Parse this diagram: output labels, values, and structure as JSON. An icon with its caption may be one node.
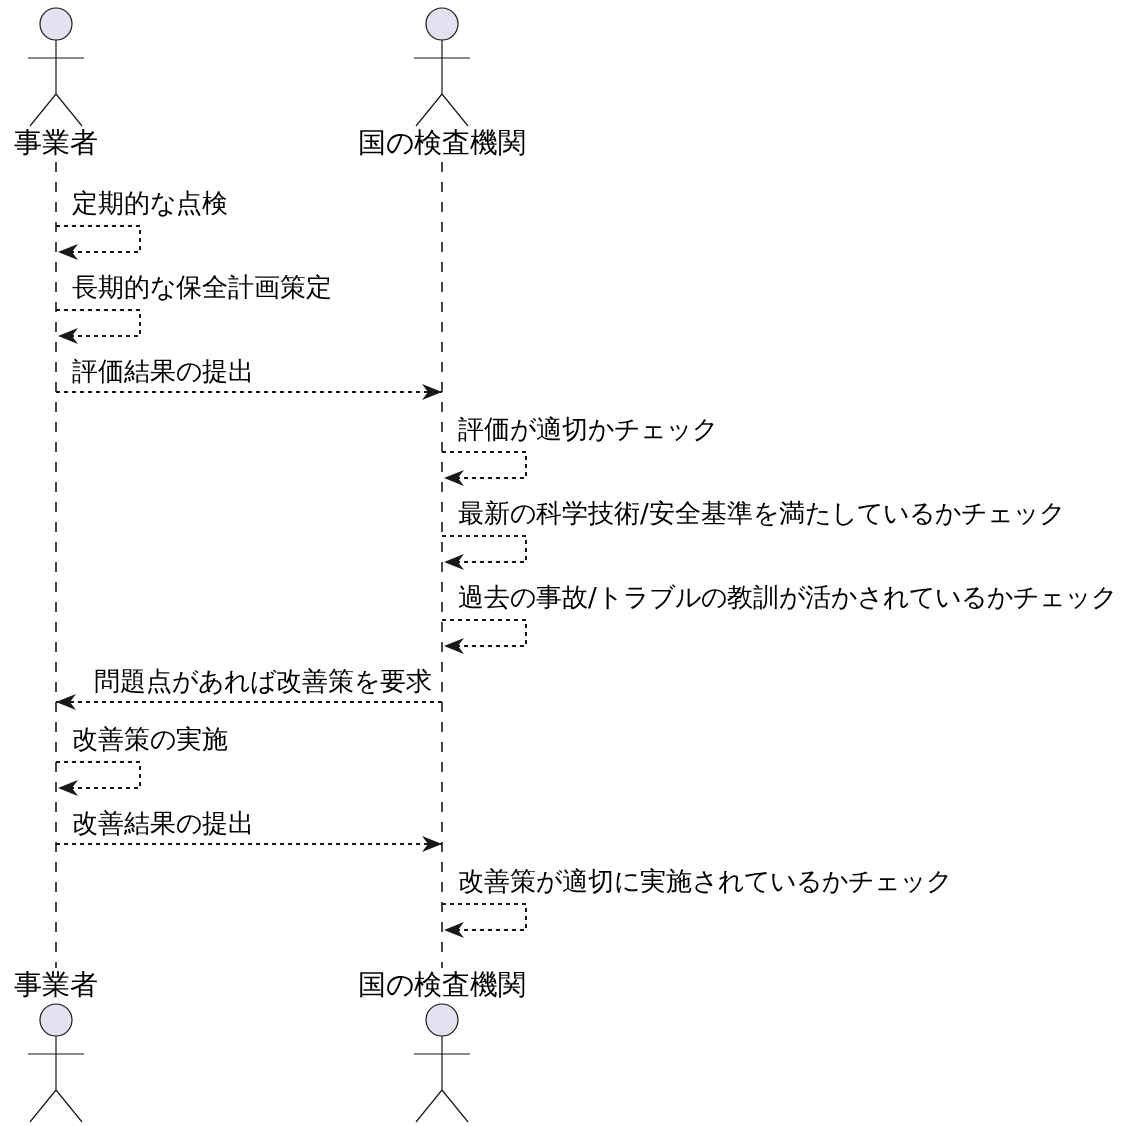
{
  "diagram": {
    "nodes": [
      {
        "text": [
          "事業者",
          "事業者"
        ]
      },
      {
        "text": [
          "国の検査機関",
          "国の検査機関"
        ]
      }
    ],
    "edges": [
      {
        "from": 0,
        "to": 0,
        "label": "定期的な点検",
        "arrow": "to",
        "style": "dashed"
      },
      {
        "from": 0,
        "to": 0,
        "label": "長期的な保全計画策定",
        "arrow": "to",
        "style": "dashed"
      },
      {
        "from": 0,
        "to": 1,
        "label": "評価結果の提出",
        "arrow": "to",
        "style": "dashed"
      },
      {
        "from": 1,
        "to": 1,
        "label": "評価が適切かチェック",
        "arrow": "to",
        "style": "dashed"
      },
      {
        "from": 1,
        "to": 1,
        "label": "最新の科学技術/安全基準を満たしているかチェック",
        "arrow": "to",
        "style": "dashed"
      },
      {
        "from": 1,
        "to": 1,
        "label": "過去の事故/トラブルの教訓が活かされているかチェック",
        "arrow": "to",
        "style": "dashed"
      },
      {
        "from": 1,
        "to": 0,
        "label": "問題点があれば改善策を要求",
        "arrow": "to",
        "style": "dashed"
      },
      {
        "from": 0,
        "to": 0,
        "label": "改善策の実施",
        "arrow": "to",
        "style": "dashed"
      },
      {
        "from": 0,
        "to": 1,
        "label": "改善結果の提出",
        "arrow": "to",
        "style": "dashed"
      },
      {
        "from": 1,
        "to": 1,
        "label": "改善策が適切に実施されているかチェック",
        "arrow": "to",
        "style": "dashed"
      }
    ]
  }
}
